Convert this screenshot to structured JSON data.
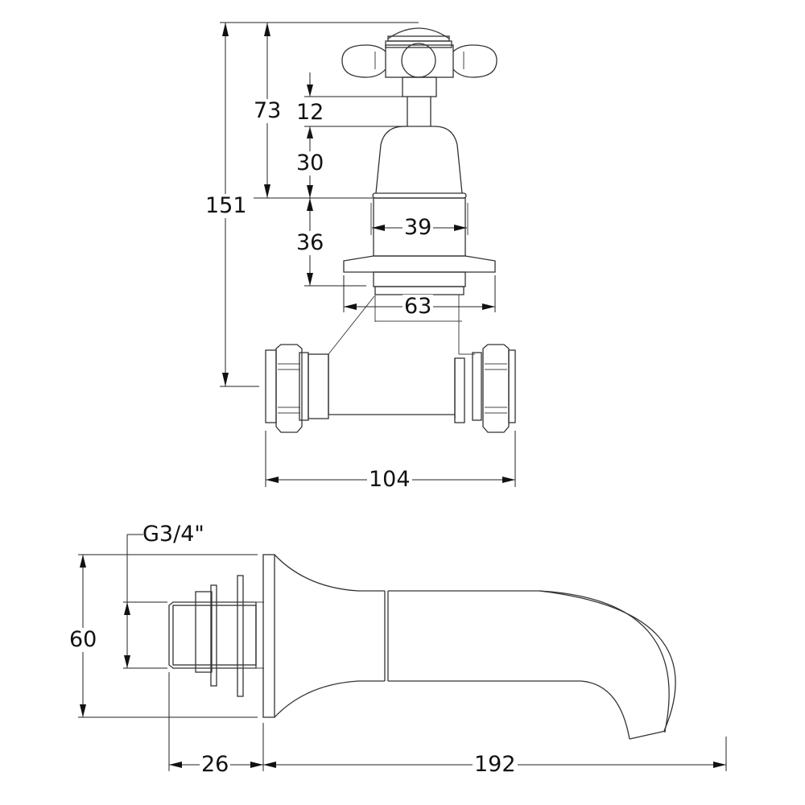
{
  "drawing": {
    "title": "Wall-mounted tap valve and bath spout technical drawing",
    "units": "mm",
    "stroke_color": "#333333",
    "background_color": "#ffffff"
  },
  "valve_view": {
    "dimensions": {
      "overall_height": "151",
      "handle_to_collar": "73",
      "spindle": "12",
      "shroud_height": "30",
      "sleeve_height": "36",
      "sleeve_width": "39",
      "flange_width": "63",
      "body_width": "104"
    }
  },
  "spout_view": {
    "dimensions": {
      "thread_label": "G3/4\"",
      "plate_height": "60",
      "tail_length": "26",
      "projection": "192"
    }
  }
}
